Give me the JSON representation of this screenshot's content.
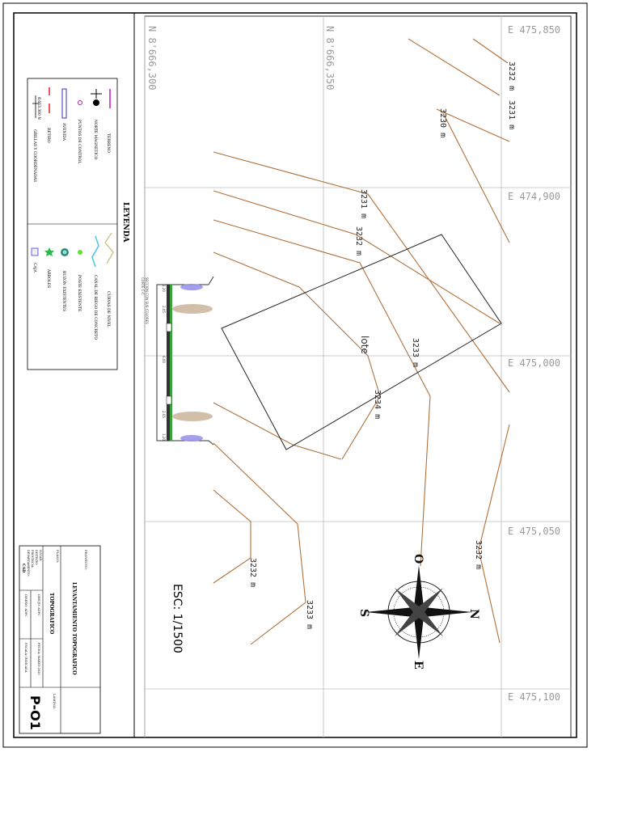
{
  "grid": {
    "northings": [
      "N 8'666,300",
      "N 8'666,350"
    ],
    "eastings": [
      "E 475,850",
      "E 474,900",
      "E 475,000",
      "E 475,050",
      "E 475,100"
    ]
  },
  "contours": [
    {
      "label": "3232 m"
    },
    {
      "label": "3231 m"
    },
    {
      "label": "3230 m"
    },
    {
      "label": "3231 m"
    },
    {
      "label": "3232 m"
    },
    {
      "label": "3233 m"
    },
    {
      "label": "3234 m"
    },
    {
      "label": "3232 m"
    },
    {
      "label": "3232 m"
    },
    {
      "label": "3233 m"
    }
  ],
  "lot_label": "lote",
  "scale_text": "ESC: 1/1500",
  "compass": {
    "n": "N",
    "s": "S",
    "e": "E",
    "o": "O"
  },
  "section": {
    "title": "SECCION CON SUS COLORES",
    "subtitle": "CORTE C-C",
    "dims": [
      "1.20",
      "2.05",
      "6.00",
      "2.05",
      "1.20"
    ]
  },
  "legend": {
    "title": "LEYENDA",
    "items": [
      {
        "label": "TERRENO",
        "symbol": "pink-line-icon",
        "color": "#d24fd0"
      },
      {
        "label": "NORTE MAGNETICO",
        "symbol": "north-arrow-icon",
        "color": "#000000"
      },
      {
        "label": "PUNTOS DE CONTROL",
        "symbol": "control-point-icon",
        "color": "#b01eb0"
      },
      {
        "label": "AVENIDA",
        "symbol": "avenue-icon",
        "color": "#2b33c2"
      },
      {
        "label": "RETIRO",
        "symbol": "red-line-icon",
        "color": "#e02424"
      },
      {
        "label": "GRILLAS Y COORDENADAS",
        "symbol": "grid-coordinates-icon",
        "color": "#000000",
        "sample": "8,663,300 N"
      },
      {
        "label": "CURVAS DE NIVEL",
        "symbol": "contour-icon",
        "color": "#c8c88a"
      },
      {
        "label": "CANAL DE RIEGO DE CONCRETO",
        "symbol": "canal-icon",
        "color": "#56c6e6"
      },
      {
        "label": "POSTE EXISTENTE",
        "symbol": "pole-icon",
        "color": "#66dd33"
      },
      {
        "label": "BUZON EXISTENTES",
        "symbol": "manhole-icon",
        "color": "#2a8a7a"
      },
      {
        "label": "ARBOLES",
        "symbol": "tree-icon",
        "color": "#2fb84a"
      },
      {
        "label": "CAJA",
        "symbol": "box-icon",
        "color": "#4444cc"
      }
    ]
  },
  "title_block": {
    "project_caption": "PROYECTO:",
    "project": "LEVANTAMIENTO TOPOGRAFICO",
    "plan_caption": "PLANO:",
    "plan": "TOPOGRAFICO",
    "sheet_caption": "LÁMINA:",
    "sheet": "P-O1",
    "location_lines": [
      "LUGAR:",
      "DISTRITO:",
      "PROVINCIA:",
      "DEPARTAMENTO:"
    ],
    "small_fields": [
      "DIBUJO: ADFC",
      "ESCALA: INDICADA",
      "FECHA: MARZO 2020",
      "DISEÑO: ADFC"
    ],
    "company": "CAD"
  }
}
